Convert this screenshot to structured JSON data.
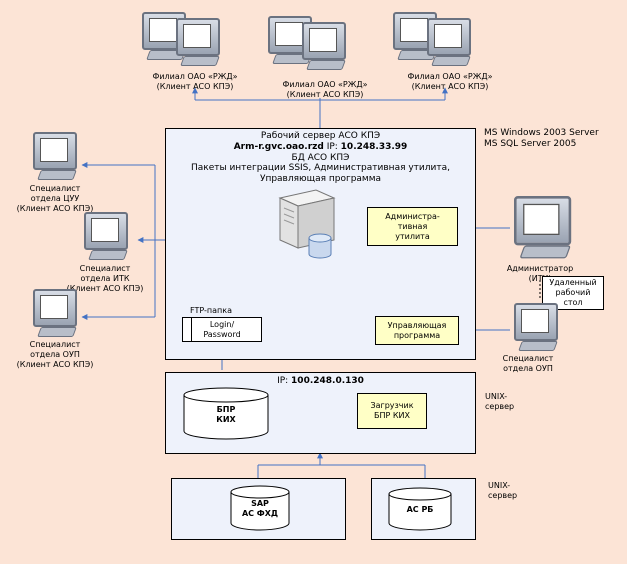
{
  "branches": [
    "Филиал ОАО «РЖД»\n(Клиент АСО КПЭ)",
    "Филиал ОАО «РЖД»\n(Клиент АСО КПЭ)",
    "Филиал ОАО «РЖД»\n(Клиент АСО КПЭ)"
  ],
  "server": {
    "title": "Рабочий  сервер АСО КПЭ",
    "host": "Arm-r.gvc.oao.rzd",
    "ip_label": " IP: ",
    "ip": "10.248.33.99",
    "db": "БД АСО КПЭ",
    "packages": "Пакеты интеграции SSIS, Административная утилита,\nУправляющая программа"
  },
  "os_note": "MS Windows 2003 Server\nMS SQL Server 2005",
  "admin_utility": "Администра-\nтивная\nутилита",
  "control_program": "Управляющая\nпрограмма",
  "ftp_folder": "FTP-папка",
  "login_box": "Login/\nPassword",
  "specialists_left": [
    "Специалист\nотдела ЦУУ\n(Клиент АСО КПЭ)",
    "Специалист\nотдела ИТК\n(Клиент АСО КПЭ)",
    "Специалист\nотдела ОУП\n(Клиент АСО КПЭ)"
  ],
  "administrator": "Администратор\n(ИТК)",
  "remote_desktop": "Удаленный\nрабочий\nстол",
  "specialist_oup_right": "Специалист\nотдела ОУП",
  "unix_server": {
    "ip_label": "IP: ",
    "ip": "100.248.0.130",
    "db": "БПР\nКИХ",
    "loader": "Загрузчик\nБПР КИХ",
    "label": "UNIX-\nсервер"
  },
  "bottom": {
    "sap": "SAP\nАС ФХД",
    "rb": "АС РБ",
    "label": "UNIX-\nсервер"
  },
  "colors": {
    "background": "#fce4d6",
    "server_box": "#eef2fb",
    "yellow_box": "#ffffc6",
    "arrow": "#4472c4"
  }
}
